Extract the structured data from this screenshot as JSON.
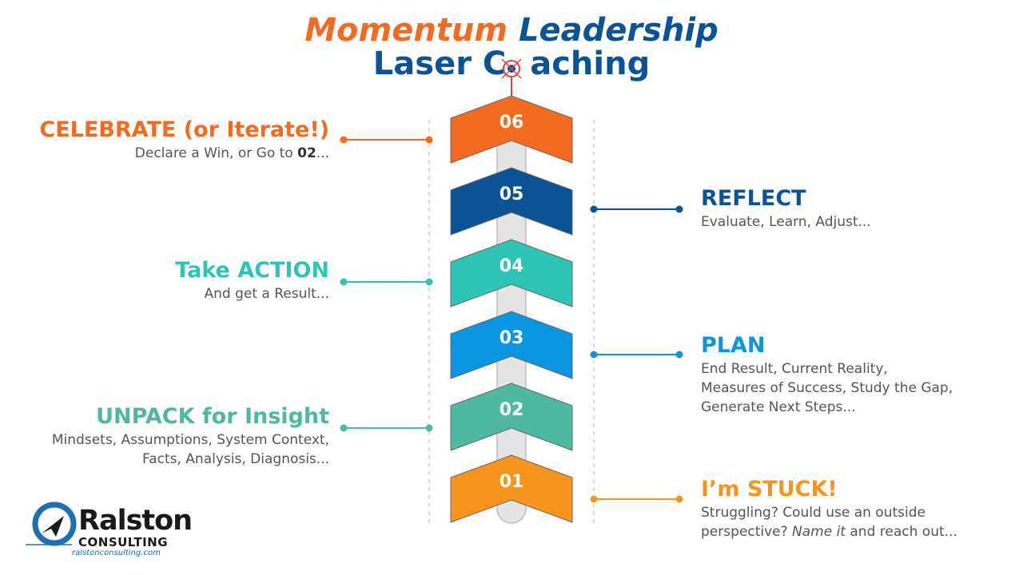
{
  "title": {
    "word1": "Momentum",
    "word2": "Leadership",
    "line2_a": "Laser C",
    "line2_b": "aching"
  },
  "steps": [
    {
      "num": "06",
      "color": "#f26b21",
      "heading": "CELEBRATE (or Iterate!)",
      "line1": "Declare a Win, or Go to ",
      "line1_bold": "02",
      "line1_end": "...",
      "side": "left"
    },
    {
      "num": "05",
      "color": "#0b5396",
      "heading": "REFLECT",
      "line1": "Evaluate, Learn, Adjust...",
      "side": "right"
    },
    {
      "num": "04",
      "color": "#2ec4b6",
      "heading": "Take ACTION",
      "line1": "And get a Result...",
      "side": "left"
    },
    {
      "num": "03",
      "color": "#0a96e0",
      "heading": "PLAN",
      "line1": "End Result, Current Reality,",
      "line2": "Measures of Success, Study the Gap,",
      "line3": "Generate Next Steps...",
      "side": "right"
    },
    {
      "num": "02",
      "color": "#4fb8a0",
      "heading": "UNPACK for Insight",
      "line1": "Mindsets, Assumptions, System Context,",
      "line2": "Facts, Analysis, Diagnosis...",
      "side": "left"
    },
    {
      "num": "01",
      "color": "#f7941d",
      "heading": "I’m STUCK!",
      "line1": "Struggling? Could use an outside",
      "line2a": "perspective? ",
      "line2_italic": "Name it",
      "line2b": " and reach out...",
      "side": "right"
    }
  ],
  "logo": {
    "name": "Ralston",
    "sub": "CONSULTING",
    "url": "ralstonconsulting.com"
  },
  "colors": {
    "orange": "#f26b21",
    "navy": "#0b5396",
    "text": "#555555"
  }
}
